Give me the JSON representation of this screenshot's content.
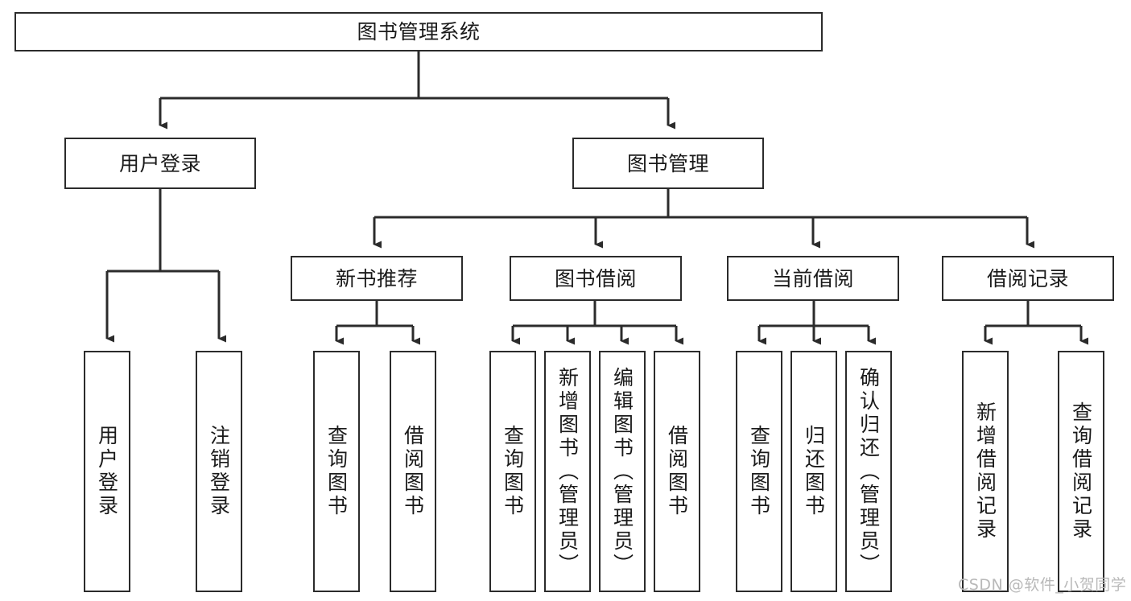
{
  "diagram": {
    "type": "tree-hierarchy-chart",
    "title": "图书管理系统",
    "orientation": "top-down",
    "colors": {
      "stroke": "#2b2b2b",
      "fill": "#ffffff",
      "text": "#1a1a1a",
      "watermark": "#b9b9b9"
    },
    "nodes": {
      "root": {
        "id": "root",
        "label": "图书管理系统",
        "level": 0
      },
      "l1": [
        {
          "id": "user-login",
          "label": "用户登录",
          "level": 1
        },
        {
          "id": "book-manage",
          "label": "图书管理",
          "level": 1
        }
      ],
      "l2": [
        {
          "id": "new-book-recommend",
          "label": "新书推荐",
          "level": 2,
          "parent": "book-manage"
        },
        {
          "id": "book-borrow",
          "label": "图书借阅",
          "level": 2,
          "parent": "book-manage"
        },
        {
          "id": "current-borrow",
          "label": "当前借阅",
          "level": 2,
          "parent": "book-manage"
        },
        {
          "id": "borrow-record",
          "label": "借阅记录",
          "level": 2,
          "parent": "book-manage"
        }
      ],
      "leaves": [
        {
          "id": "leaf-user-login",
          "label": "用户登录",
          "parent": "user-login"
        },
        {
          "id": "leaf-logout",
          "label": "注销登录",
          "parent": "user-login"
        },
        {
          "id": "leaf-query-book-1",
          "label": "查询图书",
          "parent": "new-book-recommend"
        },
        {
          "id": "leaf-borrow-book-1",
          "label": "借阅图书",
          "parent": "new-book-recommend"
        },
        {
          "id": "leaf-query-book-2",
          "label": "查询图书",
          "parent": "book-borrow"
        },
        {
          "id": "leaf-add-book",
          "label": "新增图书（管理员）",
          "parent": "book-borrow"
        },
        {
          "id": "leaf-edit-book",
          "label": "编辑图书（管理员）",
          "parent": "book-borrow"
        },
        {
          "id": "leaf-borrow-book-2",
          "label": "借阅图书",
          "parent": "book-borrow"
        },
        {
          "id": "leaf-query-book-3",
          "label": "查询图书",
          "parent": "current-borrow"
        },
        {
          "id": "leaf-return-book",
          "label": "归还图书",
          "parent": "current-borrow"
        },
        {
          "id": "leaf-confirm-return",
          "label": "确认归还（管理员）",
          "parent": "current-borrow"
        },
        {
          "id": "leaf-add-record",
          "label": "新增借阅记录",
          "parent": "borrow-record"
        },
        {
          "id": "leaf-query-record",
          "label": "查询借阅记录",
          "parent": "borrow-record"
        }
      ]
    },
    "watermark": "CSDN @软件_小贺同学"
  }
}
